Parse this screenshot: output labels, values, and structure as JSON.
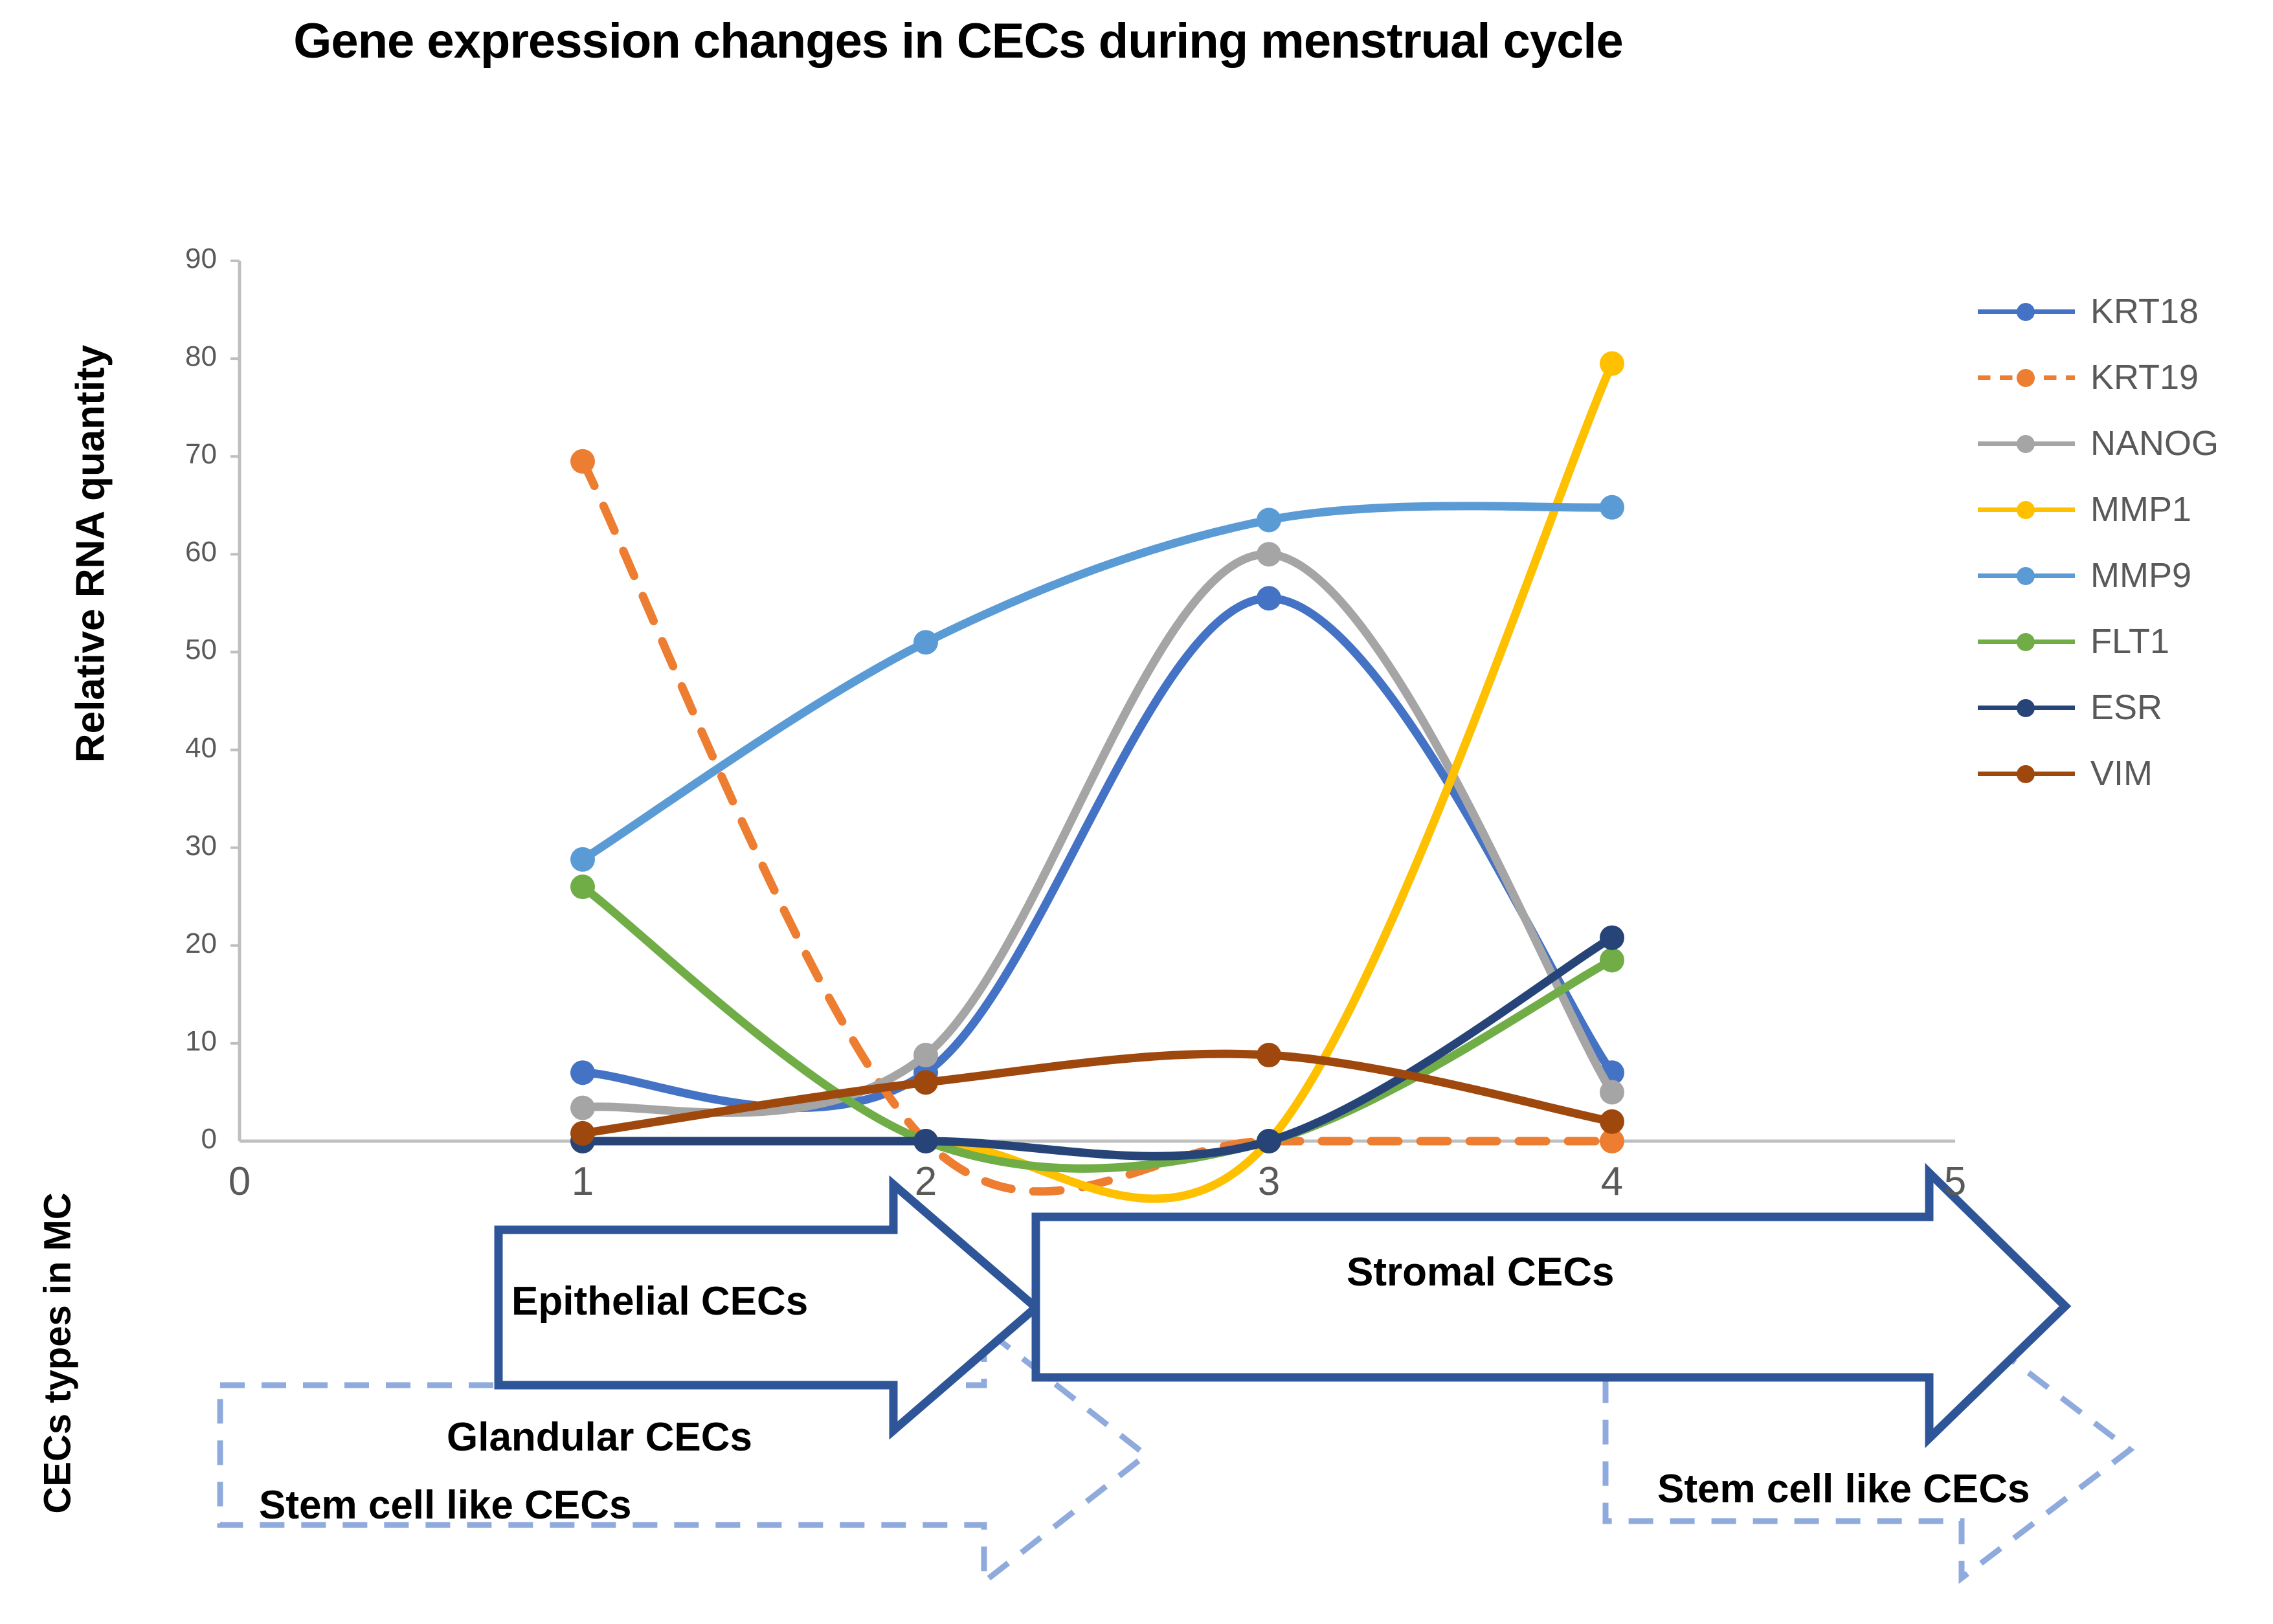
{
  "chart_data": {
    "type": "line",
    "title": "Gene expression changes in CECs during menstrual cycle",
    "xlabel": "",
    "ylabel": "Relative RNA quantity",
    "x": [
      1,
      2,
      3,
      4
    ],
    "xticklabels": [
      "0",
      "1",
      "2",
      "3",
      "4",
      "5"
    ],
    "xlim": [
      0,
      5
    ],
    "ylim": [
      0,
      90
    ],
    "yticklabels": [
      "0",
      "10",
      "20",
      "30",
      "40",
      "50",
      "60",
      "70",
      "80",
      "90"
    ],
    "grid": false,
    "smoothing": "spline",
    "legend_position": "right",
    "series": [
      {
        "name": "KRT18",
        "color": "#4472C4",
        "dash": false,
        "values": [
          7,
          7,
          55.5,
          7
        ]
      },
      {
        "name": "KRT19",
        "color": "#ED7D31",
        "dash": true,
        "values": [
          69.5,
          0,
          0,
          0
        ]
      },
      {
        "name": "NANOG",
        "color": "#A5A5A5",
        "dash": false,
        "values": [
          3.4,
          8.8,
          60,
          5
        ]
      },
      {
        "name": "MMP1",
        "color": "#FFC000",
        "dash": false,
        "values": [
          0,
          0,
          0,
          79.5
        ]
      },
      {
        "name": "MMP9",
        "color": "#5B9BD5",
        "dash": false,
        "values": [
          28.8,
          51,
          63.5,
          64.8
        ]
      },
      {
        "name": "FLT1",
        "color": "#70AD47",
        "dash": false,
        "values": [
          26,
          0,
          0,
          18.5
        ]
      },
      {
        "name": "ESR",
        "color": "#264478",
        "dash": false,
        "values": [
          0,
          0,
          0,
          20.8
        ]
      },
      {
        "name": "VIM",
        "color": "#9E480E",
        "dash": false,
        "values": [
          0.8,
          6,
          8.8,
          2
        ]
      }
    ]
  },
  "axis": {
    "y_title": "Relative RNA quantity",
    "bottom_group_title": "CECs types in MC"
  },
  "annotations": {
    "epithelial": "Epithelial CECs",
    "stromal": "Stromal CECs",
    "glandular": "Glandular CECs",
    "stem_left": "Stem cell like CECs",
    "stem_right": "Stem cell like CECs"
  },
  "colors": {
    "arrow_solid": "#2E5598",
    "arrow_dashed": "#8FAADC",
    "axis_line": "#BFBFBF",
    "tick_text": "#595959",
    "legend_text": "#595959"
  }
}
